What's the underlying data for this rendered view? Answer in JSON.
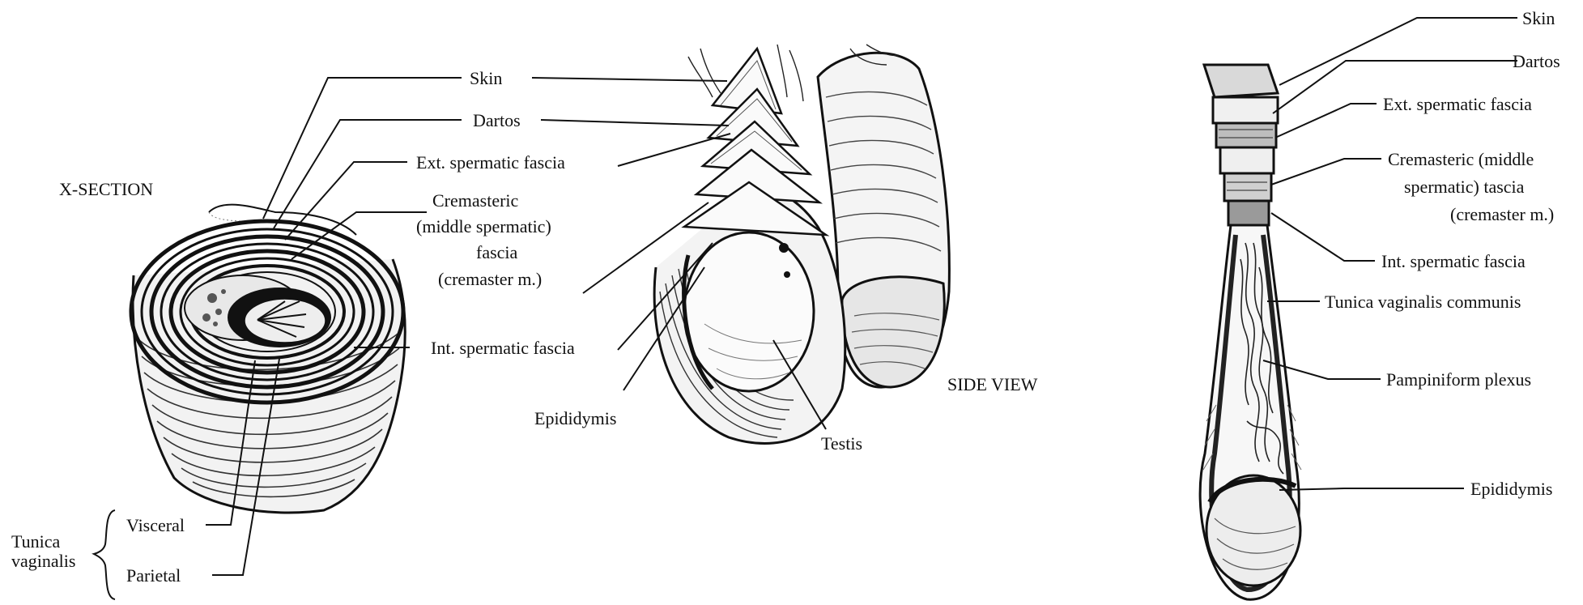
{
  "cross_section": {
    "heading": "X-SECTION",
    "labels": {
      "skin": "Skin",
      "dartos": "Dartos",
      "ext_spermatic_fascia": "Ext. spermatic fascia",
      "cremasteric_line1": "Cremasteric",
      "cremasteric_line2": "(middle spermatic)",
      "cremasteric_line3": "fascia",
      "cremasteric_line4": "(cremaster m.)",
      "int_spermatic_fascia": "Int. spermatic fascia",
      "tunica_line1": "Tunica",
      "tunica_line2": "vaginalis",
      "visceral": "Visceral",
      "parietal": "Parietal"
    }
  },
  "side_view": {
    "heading": "SIDE VIEW",
    "labels": {
      "epididymis": "Epididymis",
      "testis": "Testis"
    }
  },
  "cord_view": {
    "labels": {
      "skin": "Skin",
      "dartos": "Dartos",
      "ext_spermatic_fascia": "Ext. spermatic fascia",
      "cremasteric_line1": "Cremasteric (middle",
      "cremasteric_line2": "spermatic) tascia",
      "cremasteric_line3": "(cremaster m.)",
      "int_spermatic_fascia": "Int. spermatic fascia",
      "tunica_vaginalis_communis": "Tunica vaginalis communis",
      "pampiniform_plexus": "Pampiniform plexus",
      "epididymis": "Epididymis"
    }
  }
}
